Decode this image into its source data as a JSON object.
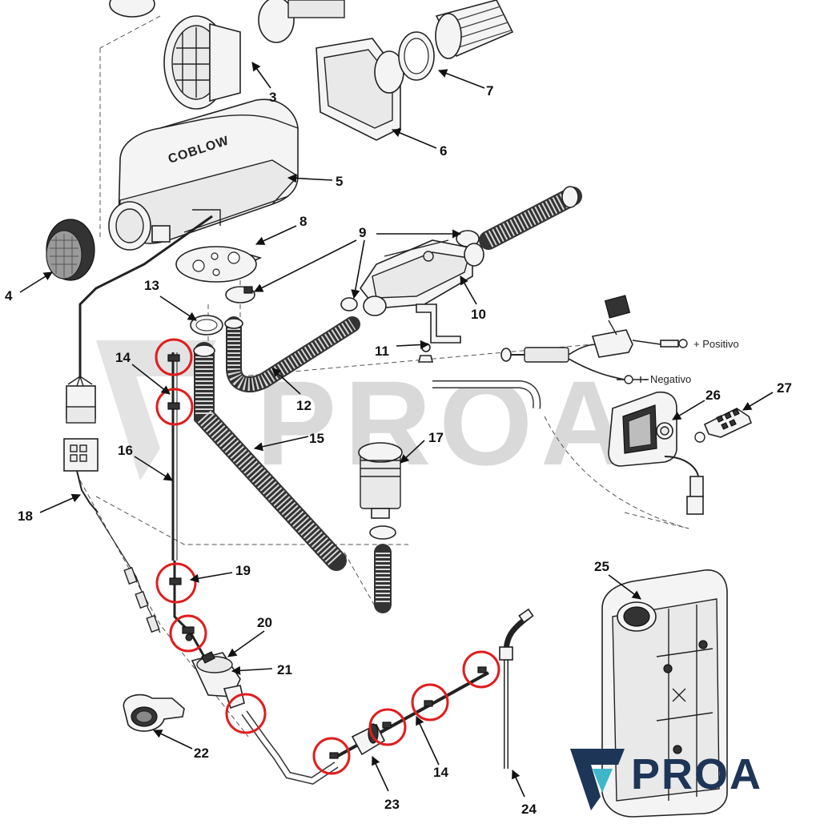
{
  "diagram": {
    "brand_label": "COBLOW",
    "part_numbers": [
      "3",
      "4",
      "5",
      "6",
      "7",
      "8",
      "9",
      "10",
      "11",
      "12",
      "13",
      "14",
      "15",
      "16",
      "17",
      "18",
      "19",
      "20",
      "21",
      "22",
      "23",
      "14",
      "24",
      "25",
      "26",
      "27"
    ],
    "wire_labels": {
      "positive": "+ Positivo",
      "negative": "- Negativo"
    },
    "watermark": {
      "text": "PROA",
      "logo_text": "PROA"
    },
    "colors": {
      "highlight": "#e01d1d",
      "logo_primary": "#1d3557",
      "logo_accent": "#3fb6c9",
      "watermark": "#d9d9d9"
    }
  }
}
